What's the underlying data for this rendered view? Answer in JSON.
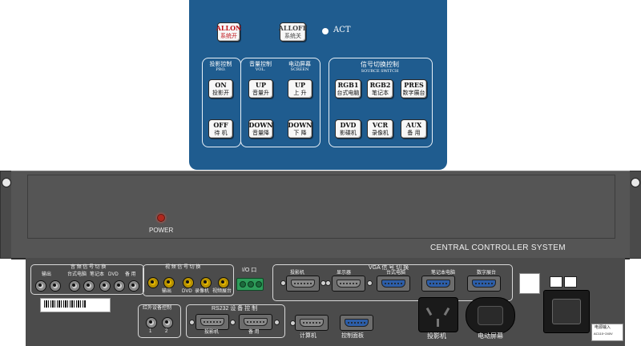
{
  "control_panel": {
    "all_on": {
      "l1": "ALLON",
      "l2": "系统开"
    },
    "all_off": {
      "l1": "ALLOFF",
      "l2": "系统关"
    },
    "act_label": "ACT",
    "projector": {
      "title_zh": "投影控制",
      "title_en": "PRO.",
      "on": {
        "l1": "ON",
        "l2": "投影开"
      },
      "off": {
        "l1": "OFF",
        "l2": "待 机"
      }
    },
    "volume": {
      "title_zh": "音量控制",
      "title_en": "VOL.",
      "up": {
        "l1": "UP",
        "l2": "音量升"
      },
      "down": {
        "l1": "DOWN",
        "l2": "音量降"
      }
    },
    "screen": {
      "title_zh": "电动屏幕",
      "title_en": "SCREEN",
      "up": {
        "l1": "UP",
        "l2": "上 升"
      },
      "down": {
        "l1": "DOWN",
        "l2": "下 降"
      }
    },
    "signal": {
      "title_zh": "信号切换控制",
      "title_en": "SOURCE SWITCH",
      "buttons": [
        {
          "l1": "RGB1",
          "l2": "台式电脑"
        },
        {
          "l1": "RGB2",
          "l2": "笔记本"
        },
        {
          "l1": "PRES",
          "l2": "数字展台"
        },
        {
          "l1": "DVD",
          "l2": "影碟机"
        },
        {
          "l1": "VCR",
          "l2": "录像机"
        },
        {
          "l1": "AUX",
          "l2": "备 用"
        }
      ]
    }
  },
  "front_panel": {
    "power_label": "POWER",
    "system_title": "CENTRAL CONTROLLER SYSTEM"
  },
  "rear_panel": {
    "audio_switch": {
      "title": "音 频 信 号 切 换",
      "labels": [
        "输出",
        "台式电脑",
        "笔记本",
        "DVD",
        "备 用"
      ]
    },
    "video_switch": {
      "title": "视 频 信 号 切 换",
      "labels": [
        "输出",
        "DVD",
        "录像机",
        "视频展台"
      ]
    },
    "io_label": "I/O 口",
    "vga_switch": {
      "title": "VGA 信 号 切 换",
      "labels": [
        "投影机",
        "显示器",
        "台式电脑",
        "笔记本电脑",
        "数字展台"
      ]
    },
    "ir_control": {
      "title": "红外设备控制",
      "ports": [
        "1",
        "2"
      ]
    },
    "rs232": {
      "title": "RS232 设 备 控 制",
      "labels": [
        "投影机",
        "备 用"
      ]
    },
    "computer_label": "计算机",
    "control_panel_label": "控制面板",
    "projector_outlet_label": "投影机",
    "screen_outlet_label": "电动屏幕",
    "power_input_label": "电源输入",
    "power_input_spec": "AC110~240V"
  },
  "colors": {
    "panel_blue": "#1f5c8f",
    "chassis": "#555555",
    "rear": "#4b4b4b",
    "led_red": "#b0281e"
  }
}
